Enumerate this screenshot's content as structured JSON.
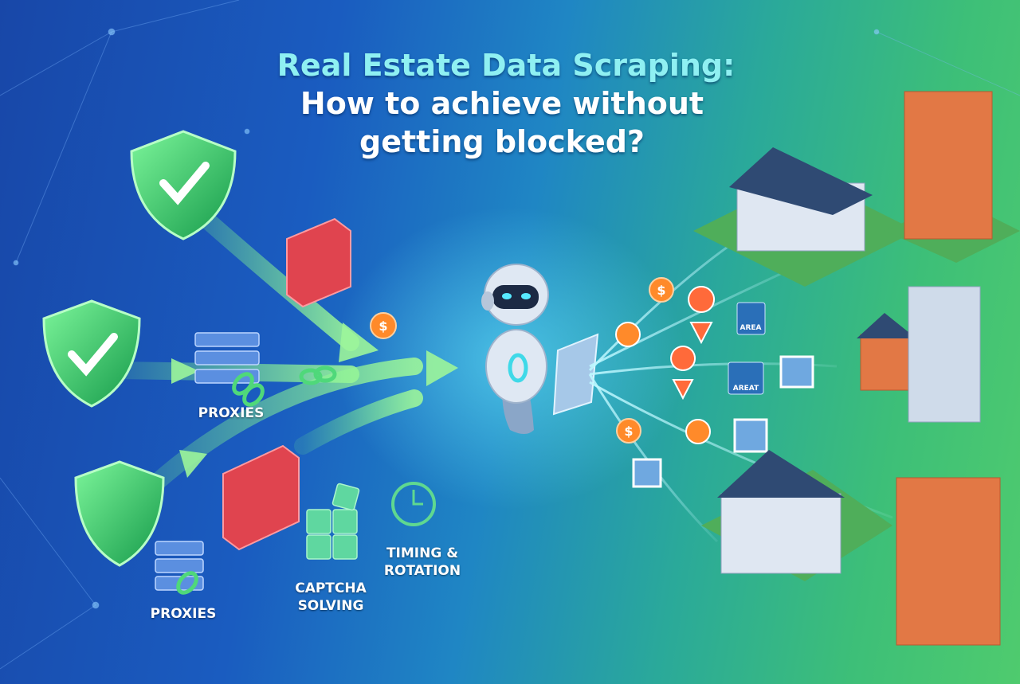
{
  "title": {
    "line1": "Real Estate Data Scraping:",
    "line2": "How to achieve without",
    "line3": "getting blocked?"
  },
  "labels": {
    "proxies_top": "PROXIES",
    "proxies_bottom": "PROXIES",
    "captcha_line1": "CAPTCHA",
    "captcha_line2": "SOLVING",
    "timing_line1": "TIMING &",
    "timing_line2": "ROTATION"
  },
  "data_tags": {
    "area": "AREA",
    "areat": "AREAT"
  },
  "colors": {
    "accent_cyan": "#8ff0f2",
    "shield_green": "#3ddc6a",
    "firewall_red": "#ff4d5a",
    "coin_orange": "#ff8a2a",
    "bg_blue": "#1847a8",
    "bg_green": "#4fcb6e"
  },
  "icons": [
    "shield-check-icon",
    "firewall-icon",
    "server-icon",
    "chain-link-icon",
    "puzzle-icon",
    "clock-rotation-icon",
    "robot-icon",
    "dollar-coin-icon",
    "map-pin-icon",
    "home-icon",
    "image-icon",
    "camera-icon",
    "house-icon",
    "apartment-building-icon"
  ]
}
